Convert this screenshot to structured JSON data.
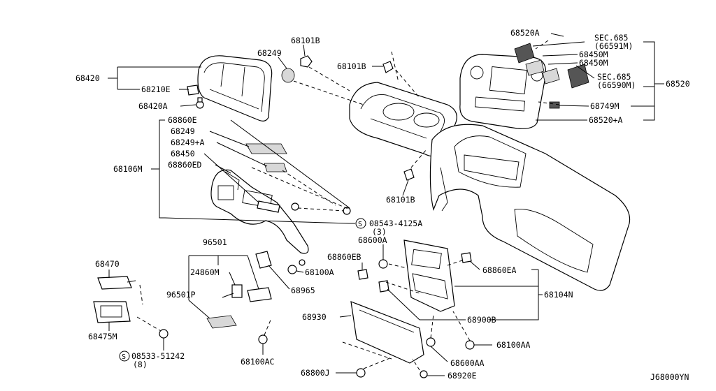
{
  "diagram_id": "J68000YN",
  "parts": {
    "p68420": "68420",
    "p68210E": "68210E",
    "p68420A": "68420A",
    "p68249_top": "68249",
    "p68101B_top": "68101B",
    "p68101B_mid": "68101B",
    "p68101B_bottom": "68101B",
    "p68520A": "68520A",
    "p68450M_a": "68450M",
    "p68450M_b": "68450M",
    "sec685_1": "SEC.685",
    "sec685_1_ref": "(66591M)",
    "sec685_2": "SEC.685",
    "sec685_2_ref": "(66590M)",
    "p68520": "68520",
    "p68749M": "68749M",
    "p68520A_plus": "68520+A",
    "p68860E": "68860E",
    "p68249_list": "68249",
    "p68249A_list": "68249+A",
    "p68450": "68450",
    "p68860ED": "68860ED",
    "p68106M": "68106M",
    "screw_08543": "08543-4125A",
    "screw_08543_qty": "(3)",
    "p96501": "96501",
    "p24860M": "24860M",
    "p96501P": "96501P",
    "p68470": "68470",
    "p68475M": "68475M",
    "screw_08533": "08533-51242",
    "screw_08533_qty": "(8)",
    "p68100AC": "68100AC",
    "p68600A": "68600A",
    "p68860EB": "68860EB",
    "p68100A": "68100A",
    "p68965": "68965",
    "p68860EA": "68860EA",
    "p68104N": "68104N",
    "p68900B": "68900B",
    "p68930": "68930",
    "p68100AA": "68100AA",
    "p68600AA": "68600AA",
    "p68800J": "68800J",
    "p68920E": "68920E"
  },
  "symbols": {
    "screw_circle_letter": "S"
  }
}
